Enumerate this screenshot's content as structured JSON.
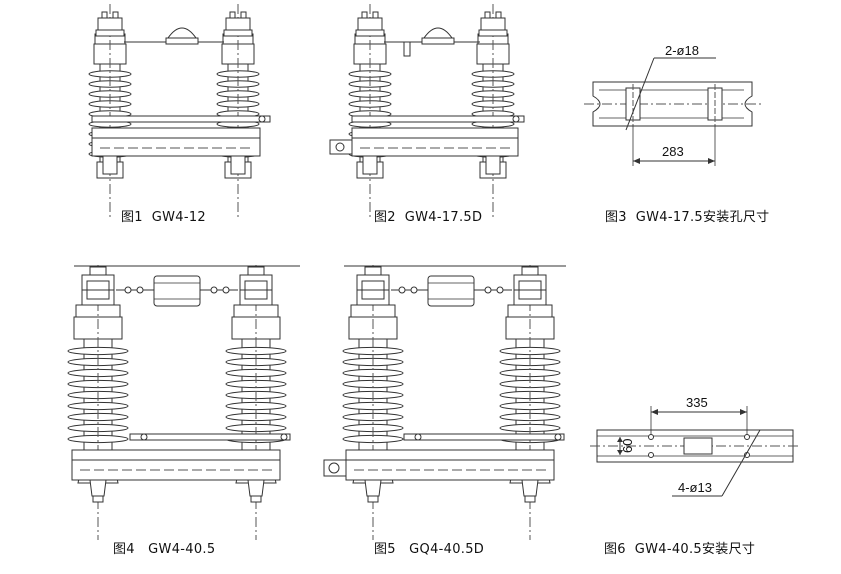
{
  "figures": [
    {
      "id": "fig1",
      "caption": "图1  GW4-12"
    },
    {
      "id": "fig2",
      "caption": "图2  GW4-17.5D"
    },
    {
      "id": "fig3",
      "caption": "图3  GW4-17.5安装孔尺寸"
    },
    {
      "id": "fig4",
      "caption": "图4   GW4-40.5"
    },
    {
      "id": "fig5",
      "caption": "图5   GQ4-40.5D"
    },
    {
      "id": "fig6",
      "caption": "图6  GW4-40.5安装尺寸"
    }
  ],
  "dimensions": {
    "fig3_holes": "2-ø18",
    "fig3_spacing": "283",
    "fig6_spacing": "335",
    "fig6_width": "60",
    "fig6_holes": "4-ø13"
  },
  "colors": {
    "line": "#333333",
    "centerline": "#555555",
    "paper": "#ffffff"
  }
}
